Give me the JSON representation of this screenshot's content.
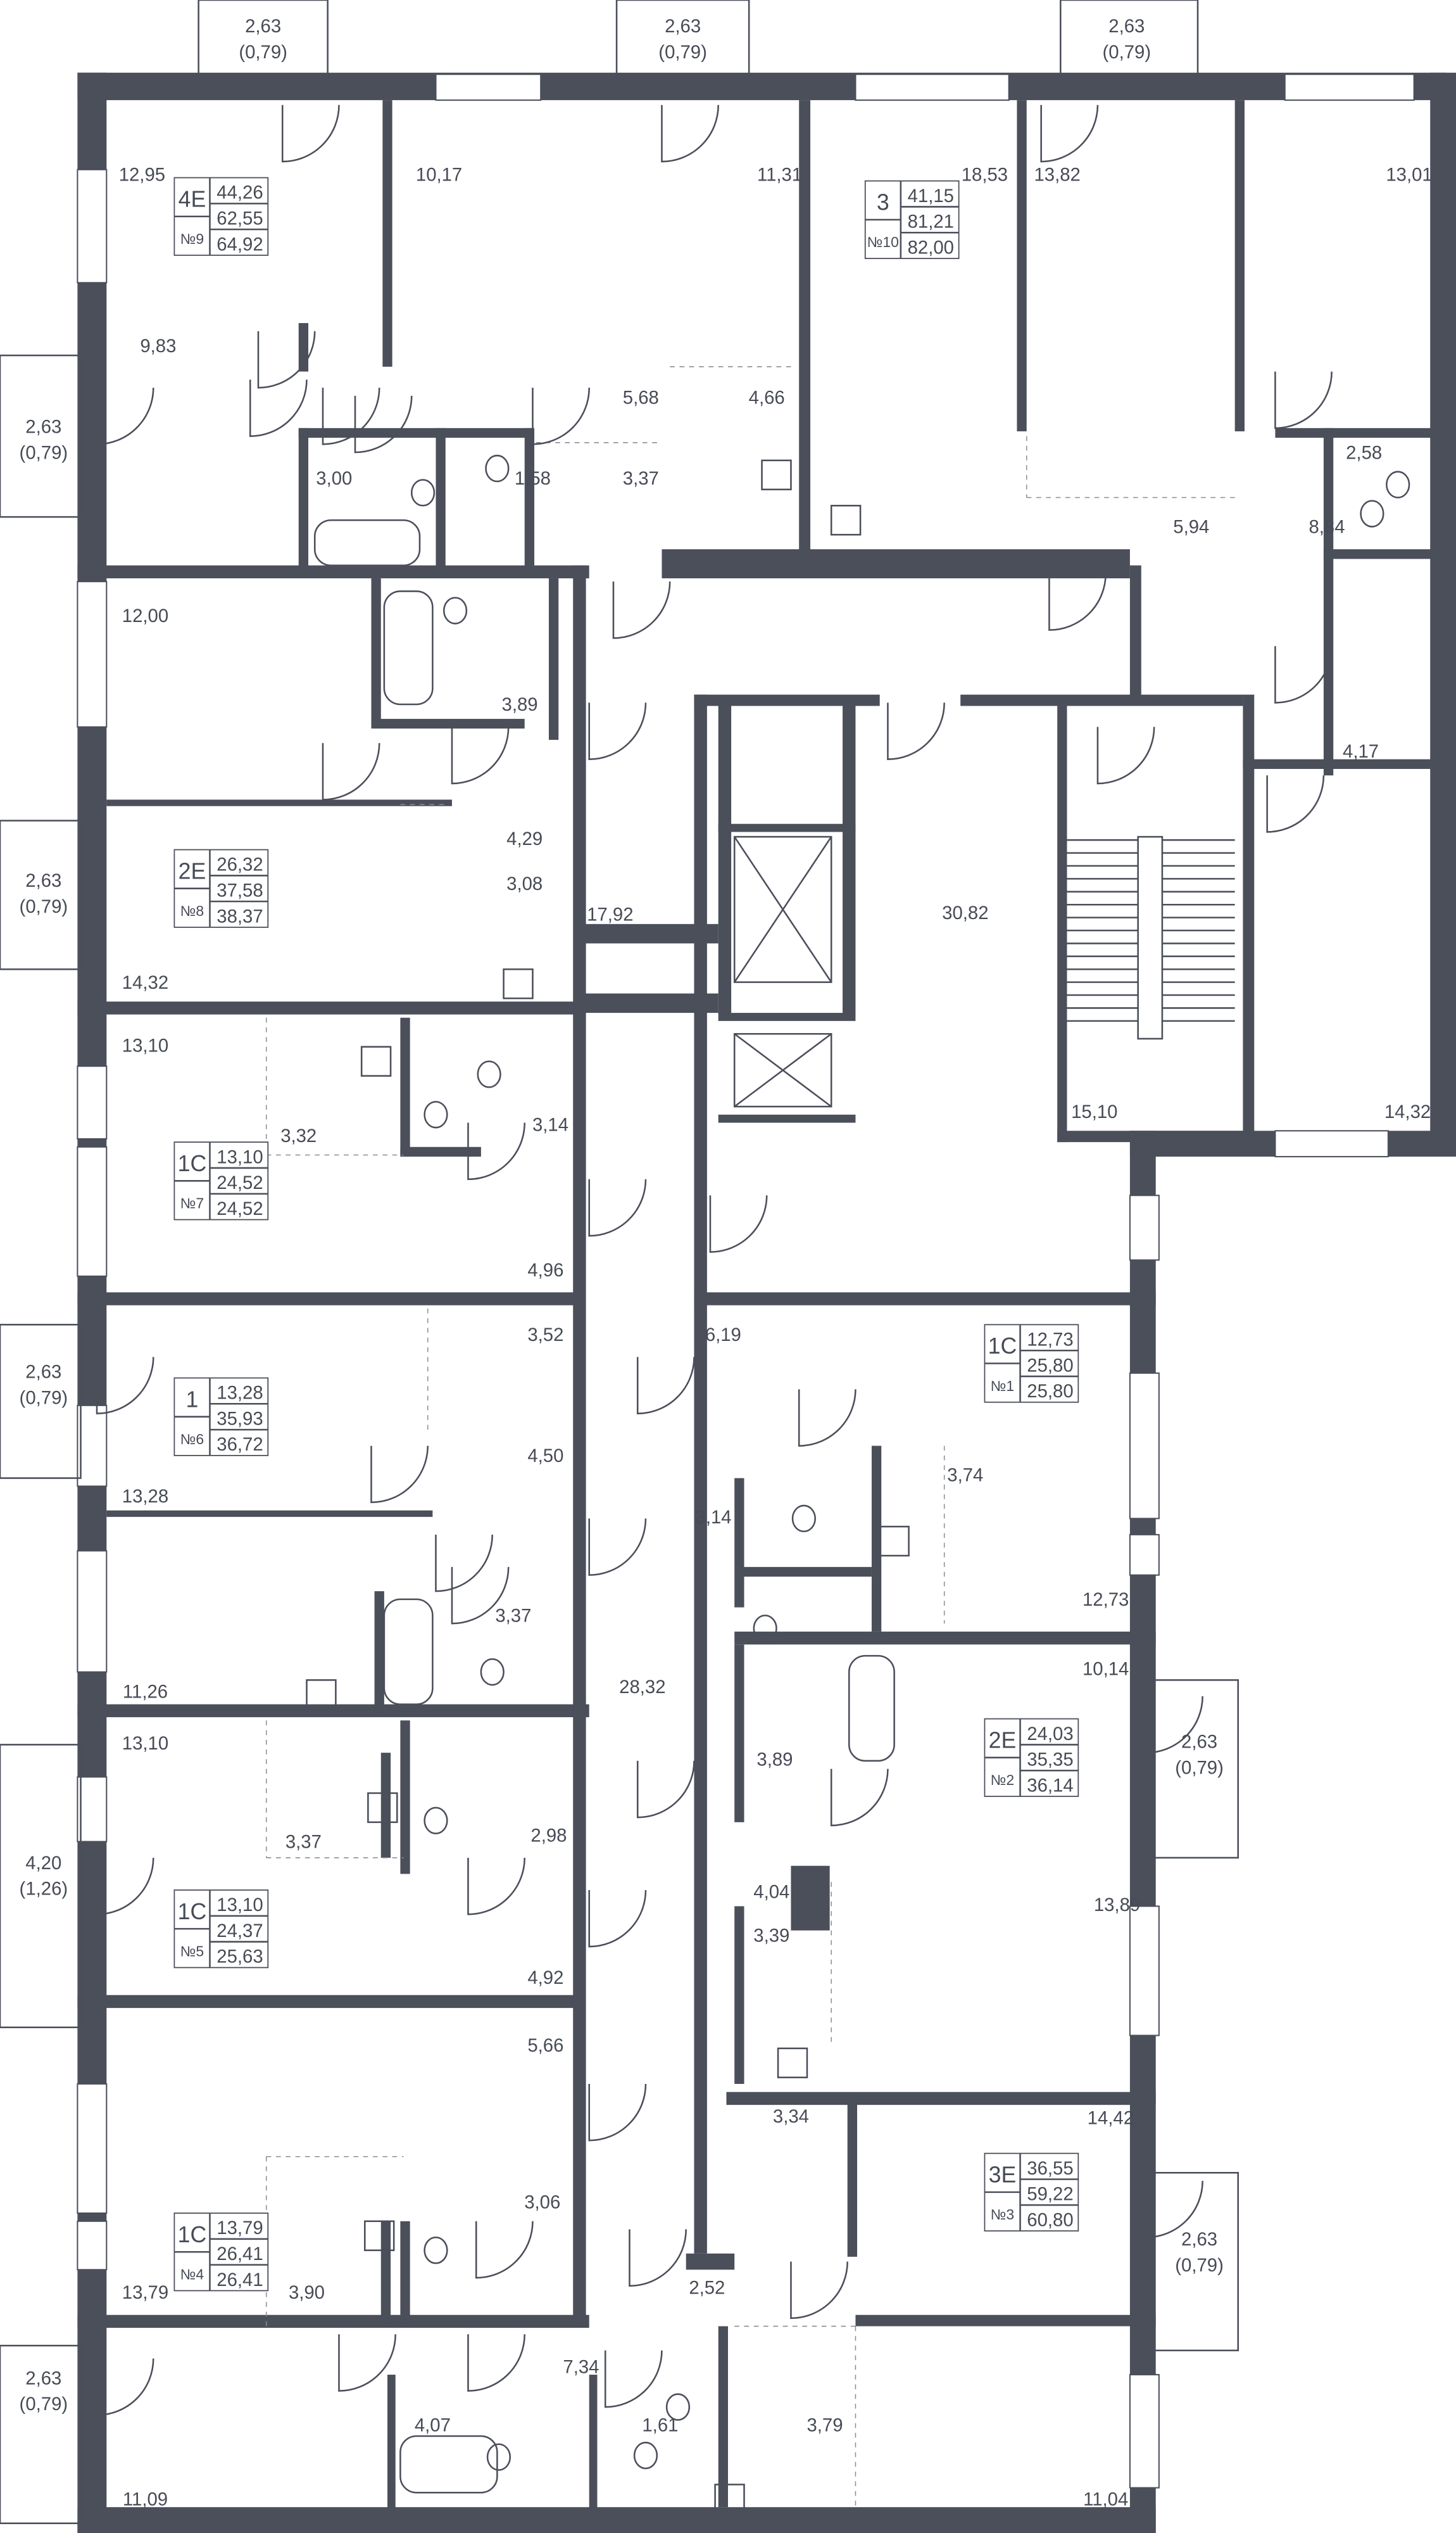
{
  "colors": {
    "walls": "#4b4f5a",
    "text": "#474b55",
    "background": "#ffffff"
  },
  "balconies": [
    {
      "area": "2,63",
      "reduced": "(0,79)"
    },
    {
      "area": "2,63",
      "reduced": "(0,79)"
    },
    {
      "area": "2,63",
      "reduced": "(0,79)"
    },
    {
      "area": "2,63",
      "reduced": "(0,79)"
    },
    {
      "area": "2,63",
      "reduced": "(0,79)"
    },
    {
      "area": "2,63",
      "reduced": "(0,79)"
    },
    {
      "area": "4,20",
      "reduced": "(1,26)"
    },
    {
      "area": "2,63",
      "reduced": "(0,79)"
    },
    {
      "area": "2,63",
      "reduced": "(0,79)"
    },
    {
      "area": "2,63",
      "reduced": "(0,79)"
    }
  ],
  "apartments": [
    {
      "type": "4Е",
      "number": "№9",
      "living": "44,26",
      "total": "62,55",
      "total_with_balcony": "64,92"
    },
    {
      "type": "3",
      "number": "№10",
      "living": "41,15",
      "total": "81,21",
      "total_with_balcony": "82,00"
    },
    {
      "type": "2Е",
      "number": "№8",
      "living": "26,32",
      "total": "37,58",
      "total_with_balcony": "38,37"
    },
    {
      "type": "1С",
      "number": "№7",
      "living": "13,10",
      "total": "24,52",
      "total_with_balcony": "24,52"
    },
    {
      "type": "1",
      "number": "№6",
      "living": "13,28",
      "total": "35,93",
      "total_with_balcony": "36,72"
    },
    {
      "type": "1С",
      "number": "№5",
      "living": "13,10",
      "total": "24,37",
      "total_with_balcony": "25,63"
    },
    {
      "type": "1С",
      "number": "№4",
      "living": "13,79",
      "total": "26,41",
      "total_with_balcony": "26,41"
    },
    {
      "type": "1С",
      "number": "№1",
      "living": "12,73",
      "total": "25,80",
      "total_with_balcony": "25,80"
    },
    {
      "type": "2Е",
      "number": "№2",
      "living": "24,03",
      "total": "35,35",
      "total_with_balcony": "36,14"
    },
    {
      "type": "3Е",
      "number": "№3",
      "living": "36,55",
      "total": "59,22",
      "total_with_balcony": "60,80"
    }
  ],
  "rooms": [
    "12,95",
    "10,17",
    "11,31",
    "18,53",
    "13,82",
    "13,01",
    "9,83",
    "5,68",
    "4,66",
    "3,00",
    "1,58",
    "3,37",
    "2,58",
    "5,94",
    "8,84",
    "12,00",
    "3,89",
    "4,17",
    "4,29",
    "3,08",
    "17,92",
    "30,82",
    "14,32",
    "13,10",
    "3,32",
    "3,14",
    "15,10",
    "14,32",
    "4,96",
    "3,52",
    "6,19",
    "3,74",
    "4,50",
    "13,28",
    "3,14",
    "12,73",
    "3,37",
    "28,32",
    "11,26",
    "10,14",
    "13,10",
    "3,89",
    "3,37",
    "2,98",
    "4,04",
    "13,89",
    "3,39",
    "4,92",
    "5,66",
    "3,34",
    "14,42",
    "3,06",
    "2,52",
    "13,79",
    "3,90",
    "7,34",
    "4,07",
    "1,61",
    "3,79",
    "11,09",
    "11,04"
  ]
}
